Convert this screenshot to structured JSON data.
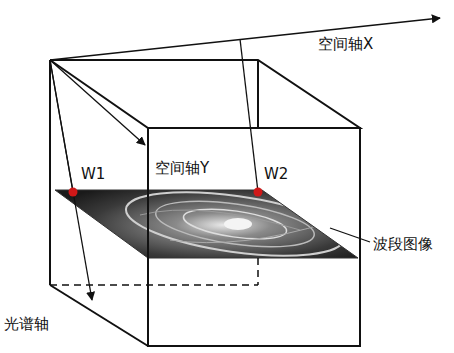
{
  "diagram": {
    "labels": [
      "空间轴X",
      "空间轴Y",
      "W1",
      "W2",
      "波段图像",
      "光谱轴"
    ]
  }
}
